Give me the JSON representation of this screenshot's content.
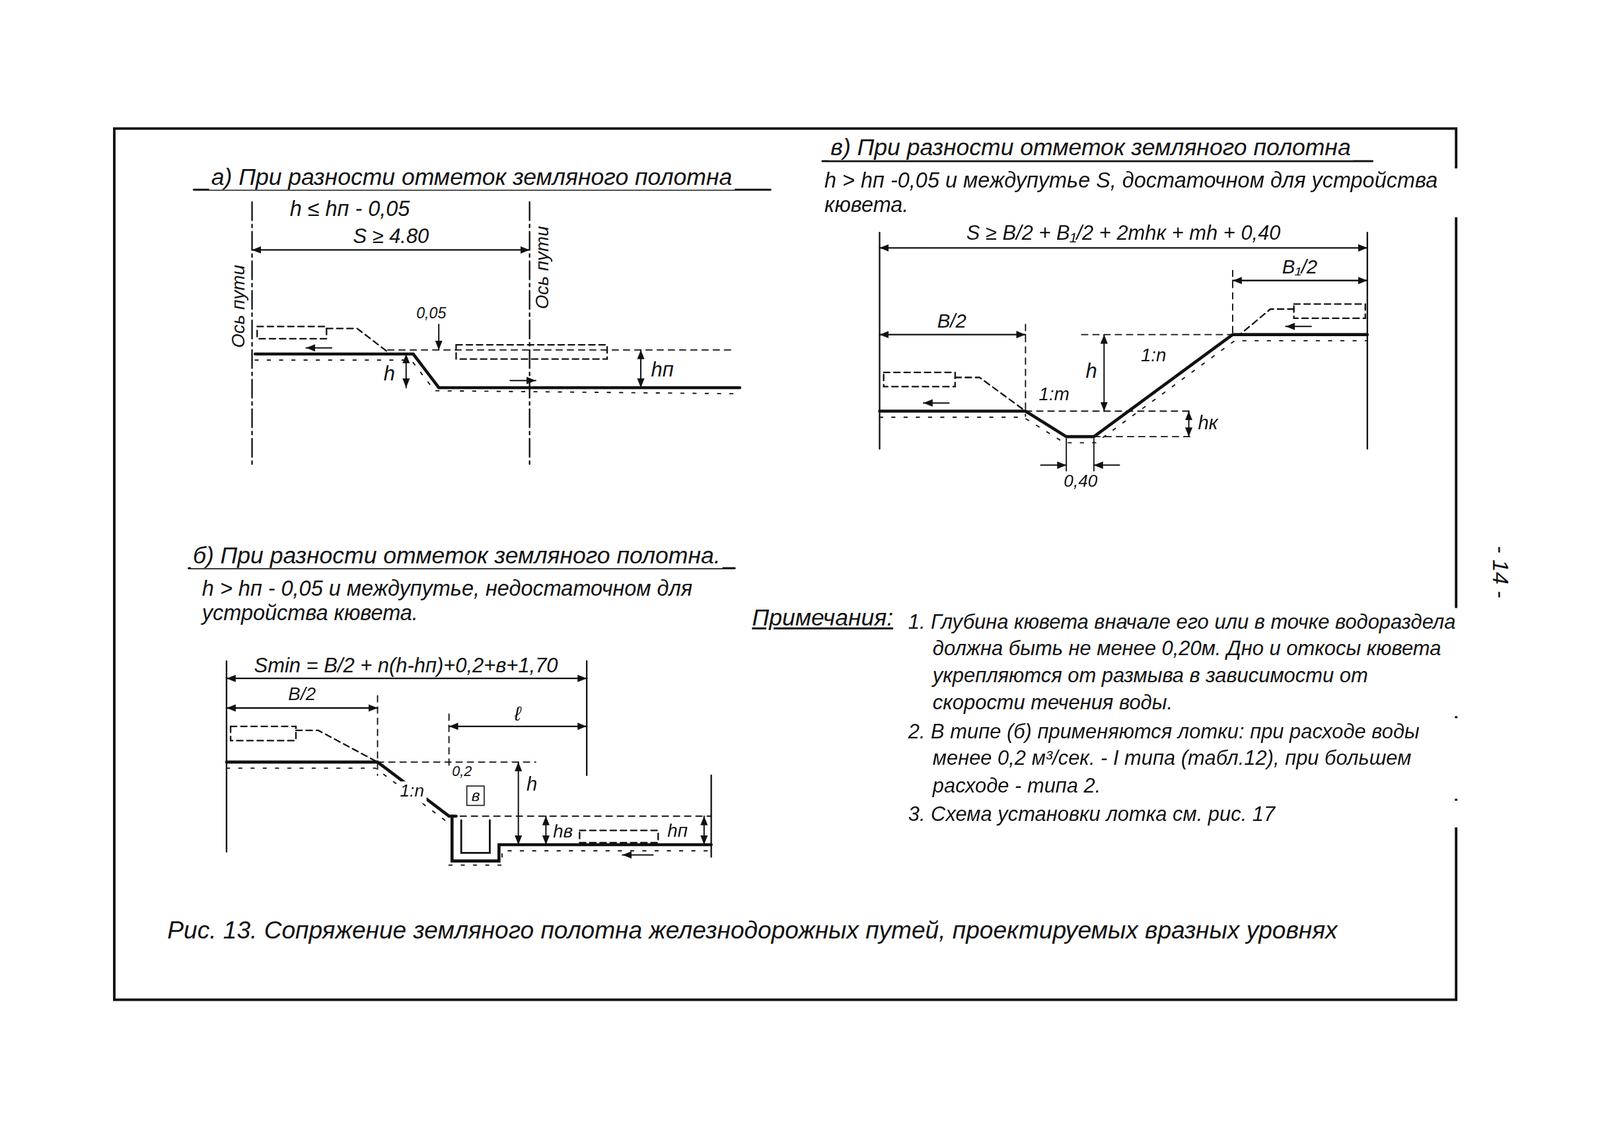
{
  "diagram": {
    "caption": "Рис. 13. Сопряжение земляного полотна железнодорожных путей, проектируемых вразных уровнях",
    "labels": [
      "а) При разности отметок земляного полотна",
      "h ≤ hп - 0,05",
      "S ≥ 4.80",
      "Ось пути",
      "Ось пути",
      "0,05",
      "h",
      "hп",
      "в) При разности отметок земляного полотна",
      "h > hп -0,05 и междупутье S, достаточном для устройства кювета.",
      "S ≥ B/2 + B₁/2 + 2mhк + mh + 0,40",
      "B/2",
      "B₁/2",
      "h",
      "1:n",
      "1:m",
      "hк",
      "0,40",
      "б) При разности отметок земляного полотна.",
      "h > hп - 0,05 и междупутье, недостаточном для устройства кювета.",
      "Smin = B/2 + n(h-hп)+0,2+в+1,70",
      "B/2",
      "ℓ",
      "0,2",
      "в",
      "h",
      "1:n",
      "hв",
      "hп",
      "Примечания:",
      "1. Глубина кювета вначале его или в точке водораздела должна быть не менее 0,20м. Дно и откосы кювета укрепляются от размыва в зависимости от скорости течения воды.",
      "2. В типе (б) применяются лотки: при расходе воды менее 0,2 м³/сек. - I типа (табл.12), при большем расходе - типа 2.",
      "3. Схема установки лотка см. рис. 17",
      "- 14 -"
    ]
  }
}
